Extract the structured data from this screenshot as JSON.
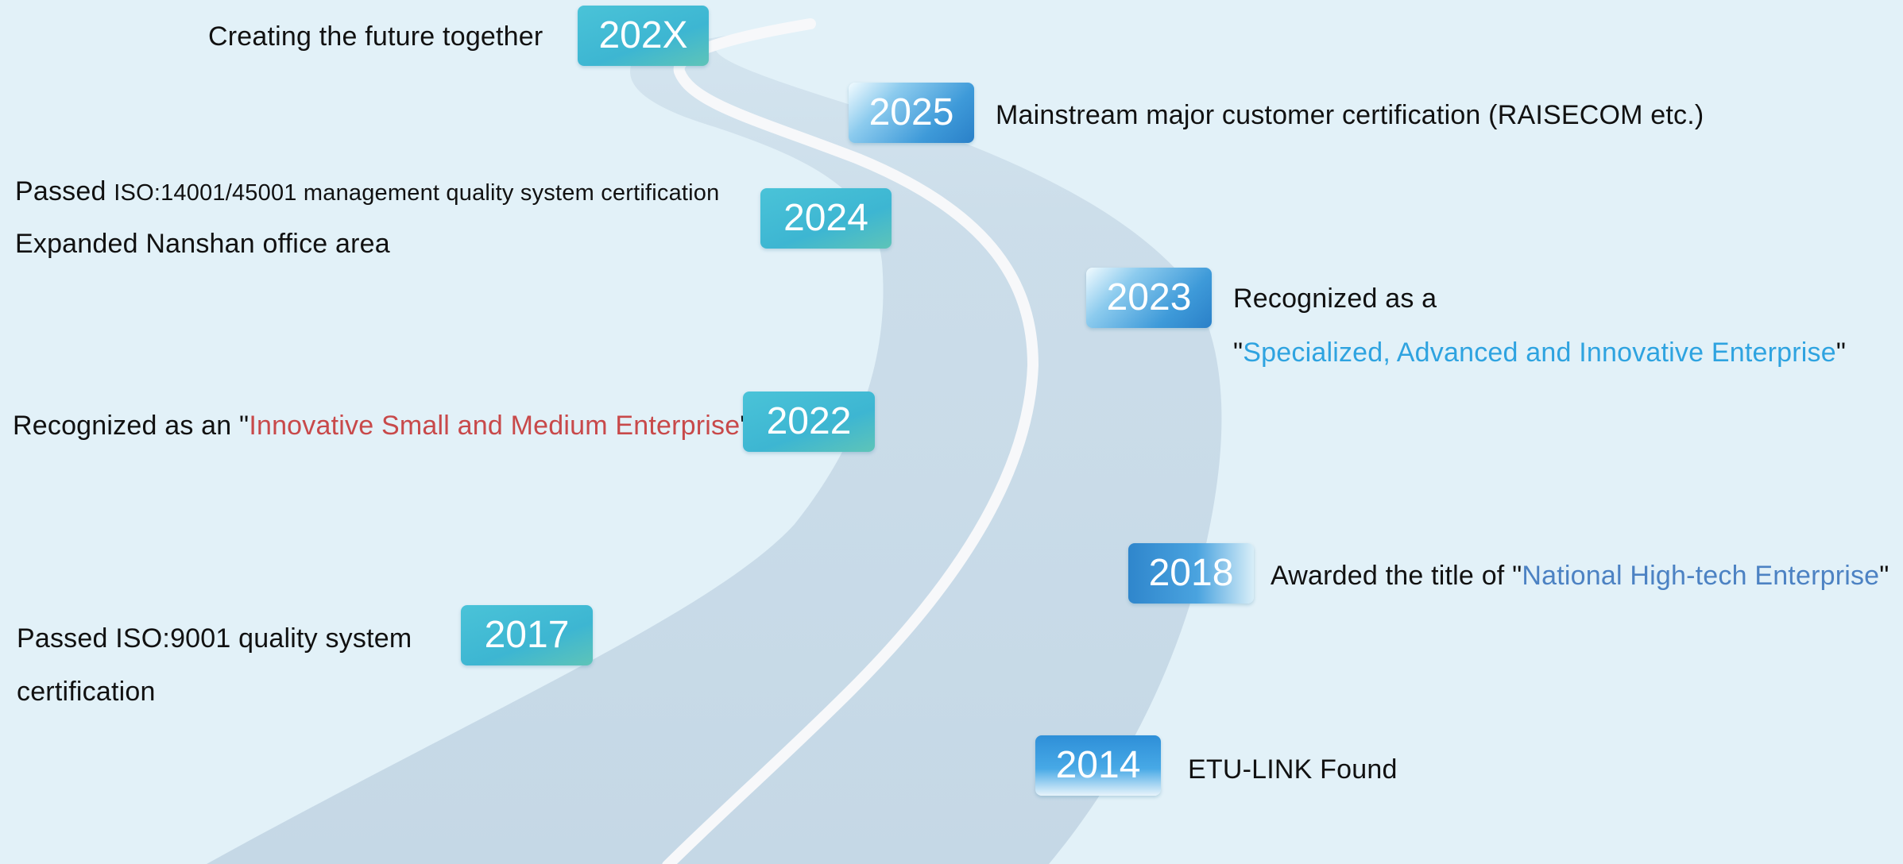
{
  "milestones": {
    "m202x": {
      "year": "202X",
      "text": "Creating the future together"
    },
    "m2025": {
      "year": "2025",
      "text": "Mainstream major customer certification (RAISECOM etc.)"
    },
    "m2024": {
      "year": "2024",
      "line1_prefix": "Passed ",
      "line1_rest": "ISO:14001/45001 management quality system certification",
      "line2": "Expanded Nanshan office area"
    },
    "m2023": {
      "year": "2023",
      "line1": "Recognized as a",
      "quote_open": "\"",
      "highlight": "Specialized, Advanced and Innovative Enterprise",
      "quote_close": "\""
    },
    "m2022": {
      "year": "2022",
      "prefix": "Recognized as an \"",
      "highlight": "Innovative Small and Medium Enterprise",
      "suffix": "\""
    },
    "m2018": {
      "year": "2018",
      "prefix": "Awarded the title of \"",
      "highlight": "National High-tech Enterprise",
      "suffix": "\""
    },
    "m2017": {
      "year": "2017",
      "line1": "Passed ISO:9001 quality system",
      "line2": "certification"
    },
    "m2014": {
      "year": "2014",
      "text": "ETU-LINK Found"
    }
  },
  "colors": {
    "background": "#e2f1f8",
    "road": "#c9dbe8",
    "road_line": "#f7f8fa",
    "badge_teal": "#3db6d2",
    "badge_blue": "#3e9ad9",
    "highlight_red": "#c8494a",
    "highlight_cyan": "#2ea3e0",
    "highlight_steel": "#4c82c3"
  }
}
